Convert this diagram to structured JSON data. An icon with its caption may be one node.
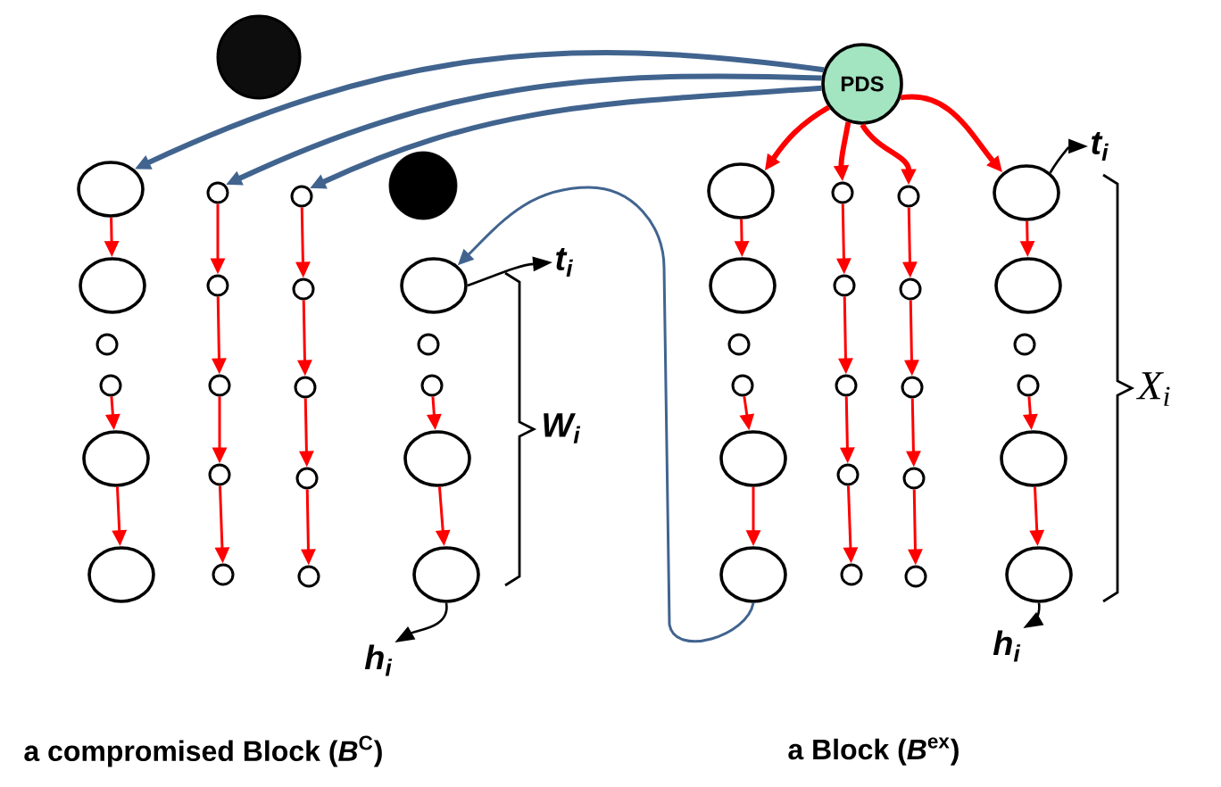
{
  "diagram": {
    "nodes": [
      {
        "text": [],
        "shape": "circle"
      },
      {
        "text": [
          "PDS"
        ]
      },
      {
        "text": [],
        "shape": "circle"
      },
      {
        "text": [],
        "shape": "circle"
      },
      {
        "text": [],
        "shape": "circle"
      },
      {
        "text": [],
        "shape": "circle"
      },
      {
        "text": [],
        "shape": "circle"
      },
      {
        "text": [],
        "shape": "circle"
      },
      {
        "text": [],
        "shape": "circle"
      },
      {
        "text": [],
        "shape": "circle"
      },
      {
        "text": [],
        "shape": "circle"
      },
      {
        "text": [],
        "shape": "circle"
      },
      {
        "text": [],
        "shape": "circle"
      },
      {
        "text": [],
        "shape": "circle"
      },
      {
        "text": [],
        "shape": "circle"
      },
      {
        "text": [],
        "shape": "circle"
      },
      {
        "text": [],
        "shape": "circle"
      },
      {
        "text": [],
        "shape": "circle"
      },
      {
        "text": [],
        "shape": "circle"
      },
      {
        "text": [],
        "shape": "circle"
      },
      {
        "text": [],
        "shape": "circle"
      },
      {
        "text": [],
        "shape": "circle"
      },
      {
        "text": [],
        "shape": "circle"
      },
      {
        "text": [],
        "shape": "circle"
      },
      {
        "text": [],
        "shape": "circle"
      },
      {
        "text": [],
        "shape": "circle"
      },
      {
        "text": [],
        "shape": "circle"
      },
      {
        "text": [],
        "shape": "circle"
      },
      {
        "text": [],
        "shape": "circle"
      },
      {
        "text": [],
        "shape": "circle"
      },
      {
        "text": [],
        "shape": "circle"
      },
      {
        "text": [],
        "shape": "circle"
      },
      {
        "text": [],
        "shape": "circle"
      },
      {
        "text": [],
        "shape": "circle"
      },
      {
        "text": [],
        "shape": "circle"
      },
      {
        "text": [],
        "shape": "circle"
      },
      {
        "text": [],
        "shape": "circle"
      },
      {
        "text": [],
        "shape": "circle"
      },
      {
        "text": [],
        "shape": "circle"
      },
      {
        "text": [],
        "shape": "circle"
      },
      {
        "text": [],
        "shape": "circle"
      },
      {
        "text": [],
        "shape": "circle"
      },
      {
        "text": [],
        "shape": "circle"
      },
      {
        "text": [],
        "shape": "circle"
      },
      {
        "text": [],
        "shape": "circle"
      },
      {
        "text": [],
        "shape": "circle"
      },
      {
        "text": [
          "t$_{i}$"
        ]
      },
      {
        "text": [
          "t$_{i}$"
        ]
      },
      {
        "text": [
          "h$_{i}$"
        ]
      },
      {
        "text": [
          "h$_{i}$"
        ]
      }
    ],
    "edges": [
      {
        "from": 3,
        "to": 4,
        "arrow": "to"
      },
      {
        "from": 6,
        "to": 7,
        "arrow": "to"
      },
      {
        "from": 7,
        "to": 8,
        "arrow": "to"
      },
      {
        "from": 9,
        "to": 10,
        "arrow": "to"
      },
      {
        "from": 10,
        "to": 11,
        "arrow": "to"
      },
      {
        "from": 11,
        "to": 12,
        "arrow": "to"
      },
      {
        "from": 12,
        "to": 13,
        "arrow": "to"
      },
      {
        "from": 14,
        "to": 15,
        "arrow": "to"
      },
      {
        "from": 15,
        "to": 16,
        "arrow": "to"
      },
      {
        "from": 16,
        "to": 17,
        "arrow": "to"
      },
      {
        "from": 17,
        "to": 18,
        "arrow": "to"
      },
      {
        "from": 21,
        "to": 22,
        "arrow": "to"
      },
      {
        "from": 22,
        "to": 23,
        "arrow": "to"
      },
      {
        "from": 24,
        "to": 25,
        "arrow": "to"
      },
      {
        "from": 27,
        "to": 28,
        "arrow": "to"
      },
      {
        "from": 28,
        "to": 29,
        "arrow": "to"
      },
      {
        "from": 30,
        "to": 31,
        "arrow": "to"
      },
      {
        "from": 31,
        "to": 32,
        "arrow": "to"
      },
      {
        "from": 32,
        "to": 33,
        "arrow": "to"
      },
      {
        "from": 33,
        "to": 34,
        "arrow": "to"
      },
      {
        "from": 35,
        "to": 36,
        "arrow": "to"
      },
      {
        "from": 36,
        "to": 37,
        "arrow": "to"
      },
      {
        "from": 37,
        "to": 38,
        "arrow": "to"
      },
      {
        "from": 38,
        "to": 39,
        "arrow": "to"
      },
      {
        "from": 40,
        "to": 41,
        "arrow": "to"
      },
      {
        "from": 43,
        "to": 44,
        "arrow": "to"
      },
      {
        "from": 44,
        "to": 45,
        "arrow": "to"
      },
      {
        "from": 1,
        "to": 3,
        "arrow": "to",
        "style": "thick",
        "color": "#41648f"
      },
      {
        "from": 1,
        "to": 9,
        "arrow": "to",
        "style": "thick",
        "color": "#41648f"
      },
      {
        "from": 1,
        "to": 14,
        "arrow": "to",
        "style": "thick",
        "color": "#41648f"
      },
      {
        "from": 1,
        "to": 24,
        "arrow": "to",
        "style": "thick"
      },
      {
        "from": 1,
        "to": 30,
        "arrow": "to",
        "style": "thick"
      },
      {
        "from": 1,
        "to": 35,
        "arrow": "to",
        "style": "thick"
      },
      {
        "from": 1,
        "to": 40,
        "arrow": "to",
        "style": "thick"
      },
      {
        "from": 29,
        "to": 19,
        "arrow": "to",
        "color": "#41648f"
      },
      {
        "from": 19,
        "to": 46,
        "arrow": "to",
        "color": "#000000"
      },
      {
        "from": 40,
        "to": 47,
        "arrow": "to",
        "color": "#000000"
      },
      {
        "from": 23,
        "to": 48,
        "arrow": "to",
        "color": "#000000"
      },
      {
        "from": 45,
        "to": 49,
        "arrow": "to",
        "color": "#000000"
      }
    ],
    "labels": [
      "W$_{i}$",
      "X$_{i}$",
      "a compromised Block (*B*$^{C}$)",
      "a Block (*B*$^{ex}$)"
    ]
  }
}
